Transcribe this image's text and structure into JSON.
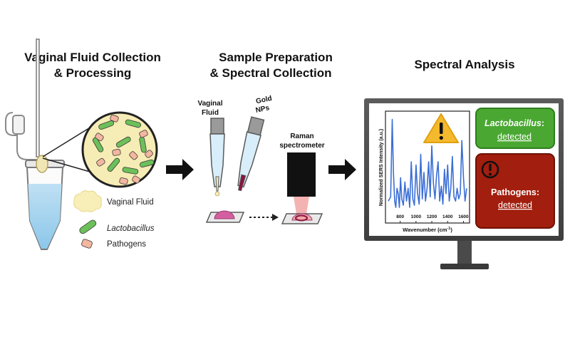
{
  "titles": {
    "collection": [
      "Vaginal Fluid Collection",
      "& Processing"
    ],
    "preparation": [
      "Sample Preparation",
      "& Spectral Collection"
    ],
    "analysis": "Spectral Analysis"
  },
  "legend": {
    "fluid": "Vaginal Fluid",
    "lacto": "Lactobacillus",
    "pathogens": "Pathogens"
  },
  "pipettes": {
    "fluid": [
      "Vaginal",
      "Fluid"
    ],
    "gold": [
      "Gold",
      "NPs"
    ]
  },
  "raman": [
    "Raman",
    "spectrometer"
  ],
  "spectrum": {
    "ylabel": "Normalized SERS Intensity (a.u.)",
    "xlabel_main": "Wavenumber (cm",
    "xlabel_sup": "-1",
    "xlabel_end": ")",
    "ticks": [
      "800",
      "1000",
      "1200",
      "1400",
      "1600"
    ]
  },
  "results": {
    "lacto_name": "Lactobacillus",
    "lacto_colon": ":",
    "lacto_status": "detected",
    "path_name": "Pathogens:",
    "path_status": "detected"
  },
  "chart_data": {
    "type": "line",
    "xlabel": "Wavenumber (cm-1)",
    "ylabel": "Normalized SERS Intensity (a.u.)",
    "xlim": [
      650,
      1650
    ],
    "ylim": [
      0,
      1
    ],
    "x": [
      650,
      680,
      700,
      715,
      730,
      745,
      760,
      775,
      790,
      805,
      820,
      840,
      860,
      880,
      900,
      920,
      940,
      960,
      980,
      1000,
      1020,
      1040,
      1060,
      1080,
      1100,
      1120,
      1140,
      1160,
      1180,
      1200,
      1220,
      1240,
      1260,
      1280,
      1300,
      1320,
      1340,
      1360,
      1380,
      1400,
      1420,
      1440,
      1460,
      1480,
      1500,
      1520,
      1540,
      1560,
      1580,
      1600,
      1620,
      1640
    ],
    "series": [
      {
        "color": "#3b6fd6",
        "values": [
          0.18,
          0.22,
          0.95,
          0.45,
          0.18,
          0.12,
          0.3,
          0.25,
          0.12,
          0.4,
          0.2,
          0.14,
          0.36,
          0.18,
          0.3,
          0.12,
          0.55,
          0.2,
          0.14,
          0.52,
          0.25,
          0.15,
          0.62,
          0.2,
          0.45,
          0.18,
          0.3,
          0.55,
          0.22,
          0.7,
          0.35,
          0.2,
          0.42,
          0.55,
          0.18,
          0.32,
          0.15,
          0.48,
          0.25,
          0.52,
          0.18,
          0.3,
          0.6,
          0.22,
          0.18,
          0.3,
          0.2,
          0.25,
          0.75,
          0.4,
          0.18,
          0.3
        ]
      }
    ]
  }
}
